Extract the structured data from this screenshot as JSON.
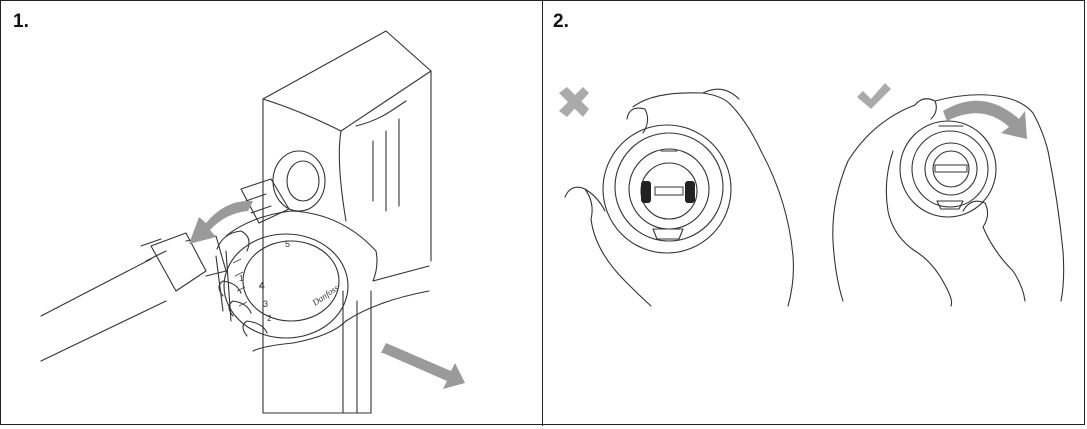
{
  "steps": [
    {
      "label": "1."
    },
    {
      "label": "2."
    }
  ],
  "dial_numbers": [
    "5",
    "4",
    "3",
    "2",
    "1"
  ],
  "brand_script": "Danfoss",
  "marks": {
    "wrong": "cross-mark-icon",
    "right": "check-mark-icon"
  },
  "colors": {
    "line": "#333333",
    "arrow": "#9a9a9a",
    "mark": "#aaaaaa",
    "border": "#222222"
  }
}
